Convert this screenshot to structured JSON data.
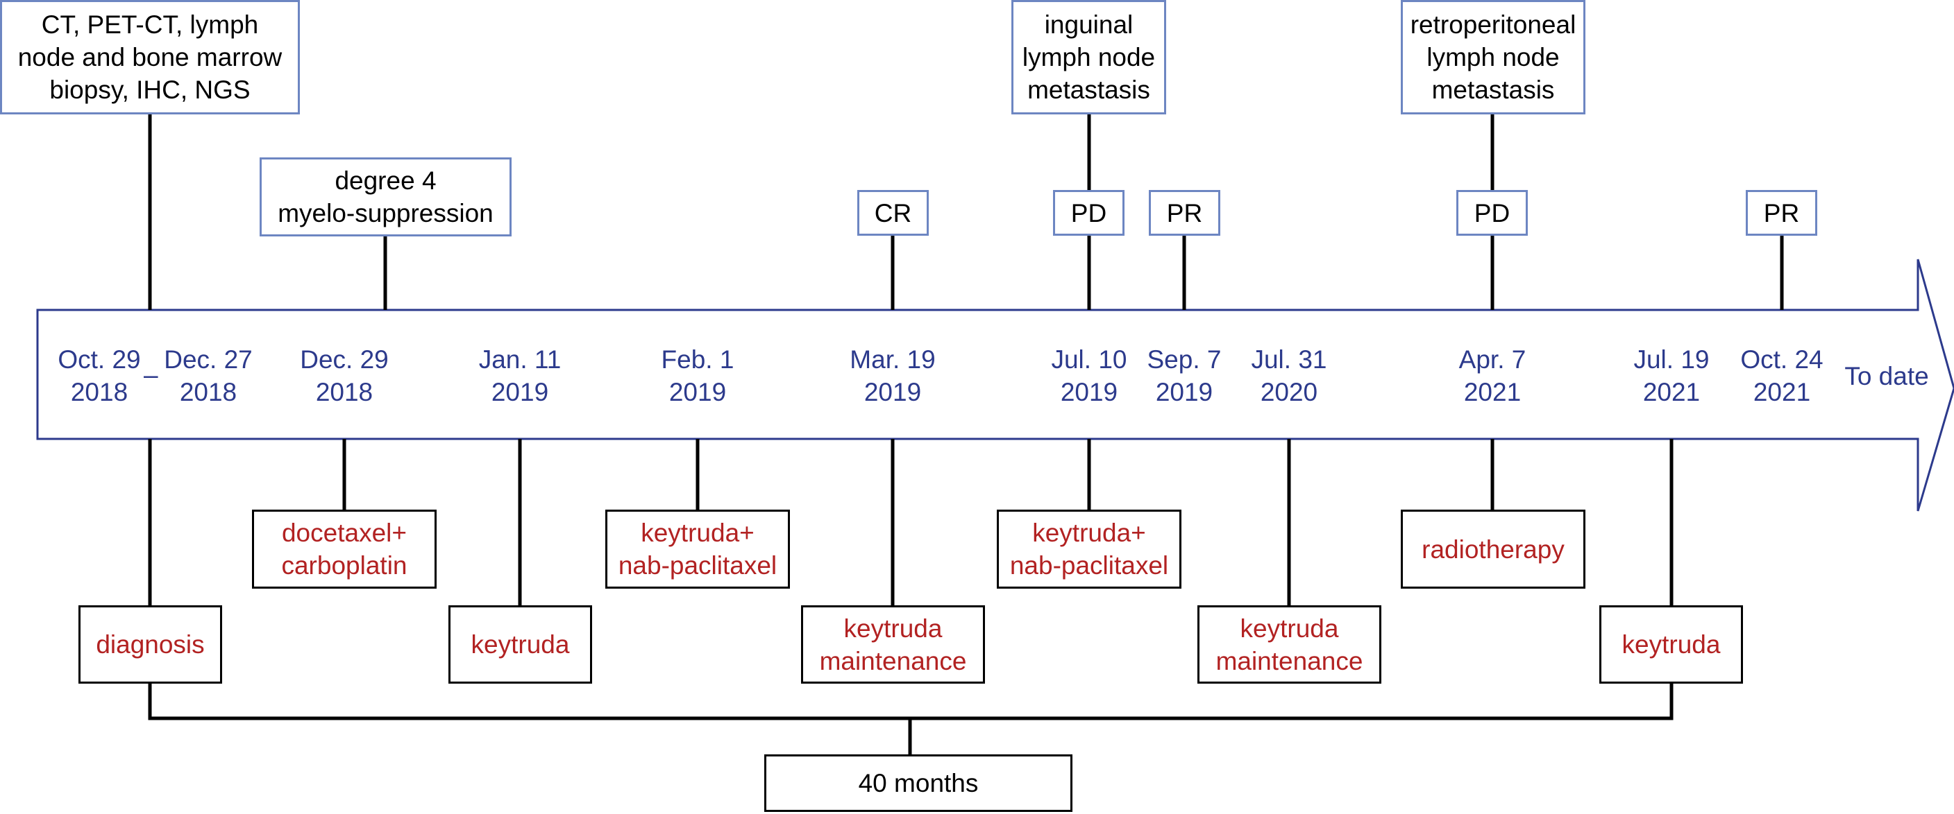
{
  "timeline": {
    "dates": [
      {
        "id": "d1",
        "label": "Oct. 29\n2018"
      },
      {
        "id": "d2",
        "label": "Dec. 27\n2018"
      },
      {
        "id": "d3",
        "label": "Dec. 29\n2018"
      },
      {
        "id": "d4",
        "label": "Jan. 11\n2019"
      },
      {
        "id": "d5",
        "label": "Feb. 1\n2019"
      },
      {
        "id": "d6",
        "label": "Mar. 19\n2019"
      },
      {
        "id": "d7",
        "label": "Jul. 10\n2019"
      },
      {
        "id": "d8",
        "label": "Sep. 7\n2019"
      },
      {
        "id": "d9",
        "label": "Jul. 31\n2020"
      },
      {
        "id": "d10",
        "label": "Apr. 7\n2021"
      },
      {
        "id": "d11",
        "label": "Jul. 19\n2021"
      },
      {
        "id": "d12",
        "label": "Oct. 24\n2021"
      },
      {
        "id": "d13",
        "label": "To date"
      }
    ],
    "range_separator": "–"
  },
  "events": {
    "workup": "CT, PET-CT, lymph\nnode and bone marrow\nbiopsy, IHC, NGS",
    "myelosuppression": "degree 4\nmyelo-suppression",
    "cr": "CR",
    "pd_2019": "PD",
    "inguinal": "inguinal\nlymph node\nmetastasis",
    "pr_2019": "PR",
    "pd_2021": "PD",
    "retroperitoneal": "retroperitoneal\nlymph node\nmetastasis",
    "pr_2021": "PR"
  },
  "treatments": {
    "diagnosis": "diagnosis",
    "docetaxel": "docetaxel+\ncarboplatin",
    "keytruda_2019": "keytruda",
    "keytruda_nab_1": "keytruda+\nnab-paclitaxel",
    "keytruda_maint_1": "keytruda\nmaintenance",
    "keytruda_nab_2": "keytruda+\nnab-paclitaxel",
    "keytruda_maint_2": "keytruda\nmaintenance",
    "radiotherapy": "radiotherapy",
    "keytruda_2021": "keytruda"
  },
  "summary": {
    "duration": "40 months"
  },
  "colors": {
    "arrow_stroke": "#2c3a8c",
    "date_text": "#2c3a8c",
    "event_border": "#6d86c2",
    "treatment_text": "#b22222",
    "connector": "#000000"
  }
}
